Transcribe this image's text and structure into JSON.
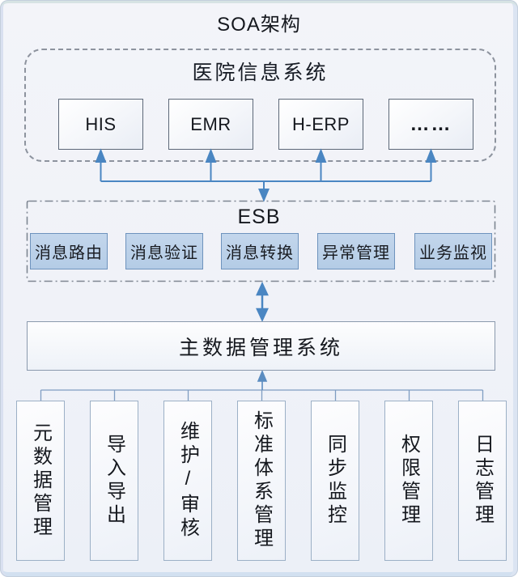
{
  "title": "SOA架构",
  "hospital": {
    "label": "医院信息系统",
    "systems": [
      "HIS",
      "EMR",
      "H-ERP",
      "……"
    ]
  },
  "esb": {
    "label": "ESB",
    "services": [
      "消息路由",
      "消息验证",
      "消息转换",
      "异常管理",
      "业务监视"
    ]
  },
  "mdm": {
    "label": "主数据管理系统"
  },
  "modules": [
    "元数据管理",
    "导入导出",
    "维护/审核",
    "标准体系管理",
    "同步监控",
    "权限管理",
    "日志管理"
  ],
  "colors": {
    "arrow_blue": "#4a86c2",
    "connector_blue": "#7f9dc2",
    "service_fill": "#b9cfe8",
    "service_border": "#6e93bd",
    "dashed_container_border": "#8d939e",
    "system_box_border": "#5d6878",
    "background": "#f0f2f8"
  }
}
